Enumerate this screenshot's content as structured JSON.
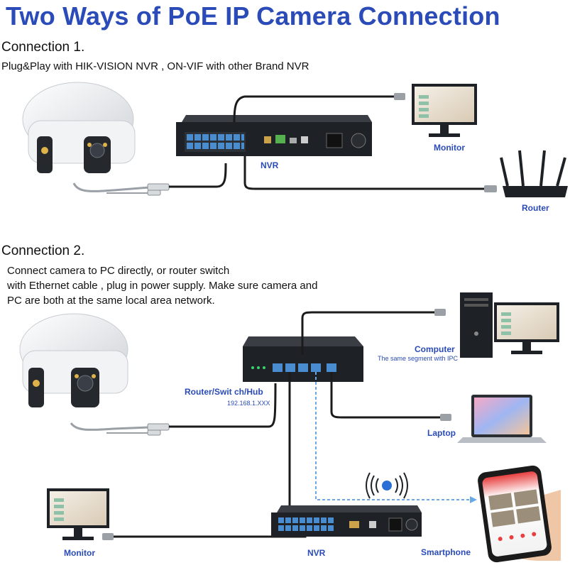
{
  "title": "Two Ways of PoE IP Camera Connection",
  "connection1": {
    "heading": "Connection 1.",
    "description": "Plug&Play with HIK-VISION NVR , ON-VIF with other Brand NVR",
    "labels": {
      "nvr": "NVR",
      "monitor": "Monitor",
      "router": "Router"
    }
  },
  "connection2": {
    "heading": "Connection 2.",
    "description_lines": [
      "Connect camera to PC directly, or router switch",
      "with Ethernet cable , plug in power supply. Make sure camera and",
      "PC are both at the same local area network."
    ],
    "labels": {
      "switch": "Router/Swit ch/Hub",
      "switch_ip": "192.168.1.XXX",
      "computer": "Computer",
      "computer_note": "The same segment with IPC",
      "laptop": "Laptop",
      "monitor": "Monitor",
      "nvr": "NVR",
      "smartphone": "Smartphone"
    }
  },
  "colors": {
    "title": "#2a4bb8",
    "label": "#2a4bb8",
    "wifi_line": "#6aa8e6",
    "device_dark": "#1e2126",
    "port_blue": "#4a8cd0"
  }
}
